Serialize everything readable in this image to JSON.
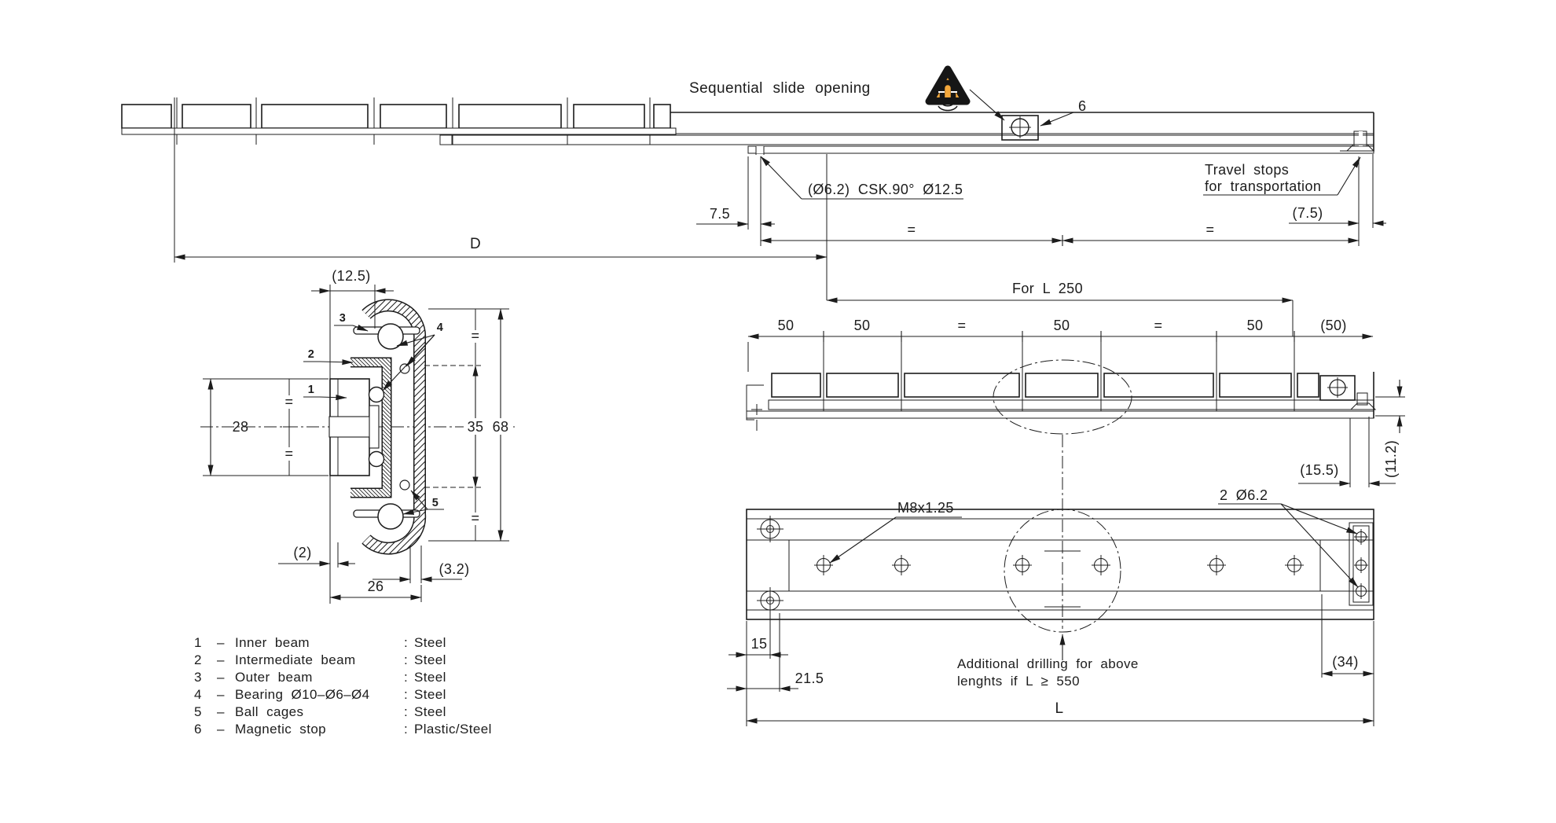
{
  "top_view": {
    "note": "Sequential slide opening",
    "part_ref": "6",
    "csk_label": "(Ø6.2)  CSK.90°  Ø12.5",
    "dim_75": "7.5",
    "dim_75_ref": "(7.5)",
    "eq": "=",
    "travel_stops_line1": "Travel stops",
    "travel_stops_line2": "for transportation",
    "dim_closed_length": "D"
  },
  "side_view_closed": {
    "bracket_label": "For L 250",
    "dims": [
      "50",
      "50",
      "=",
      "50",
      "=",
      "50",
      "(50)"
    ],
    "dim_end_height": "(11.2)",
    "dim_stop_offset": "(15.5)"
  },
  "cross_section": {
    "dim_width_ref": "(12.5)",
    "dim_inner_height": "28",
    "dim_mid_height": "35",
    "dim_outer_height": "68",
    "eq": "=",
    "dim_web": "(2)",
    "dim_outer_web": "(3.2)",
    "dim_width": "26",
    "ref_1": "1",
    "ref_2": "2",
    "ref_3": "3",
    "ref_4": "4",
    "ref_5": "5"
  },
  "bottom_view": {
    "thread_label": "M8x1.25",
    "holes_label": "2  Ø6.2",
    "dim_15": "15",
    "dim_215": "21.5",
    "dim_34": "(34)",
    "dim_length": "L",
    "note_line1": "Additional  drilling  for  above",
    "note_line2": "lenghts  if  L  ≥  550"
  },
  "legend": {
    "separator": "–",
    "colon": ":",
    "items": [
      {
        "num": "1",
        "name": "Inner beam",
        "material": "Steel"
      },
      {
        "num": "2",
        "name": "Intermediate beam",
        "material": "Steel"
      },
      {
        "num": "3",
        "name": "Outer beam",
        "material": "Steel"
      },
      {
        "num": "4",
        "name": "Bearing Ø10–Ø6–Ø4",
        "material": "Steel"
      },
      {
        "num": "5",
        "name": "Ball cages",
        "material": "Steel"
      },
      {
        "num": "6",
        "name": "Magnetic stop",
        "material": "Plastic/Steel"
      }
    ]
  },
  "colors": {
    "ink": "#1c1c1c",
    "warning_fill": "#F3A73B",
    "background": "#FFFFFF"
  }
}
